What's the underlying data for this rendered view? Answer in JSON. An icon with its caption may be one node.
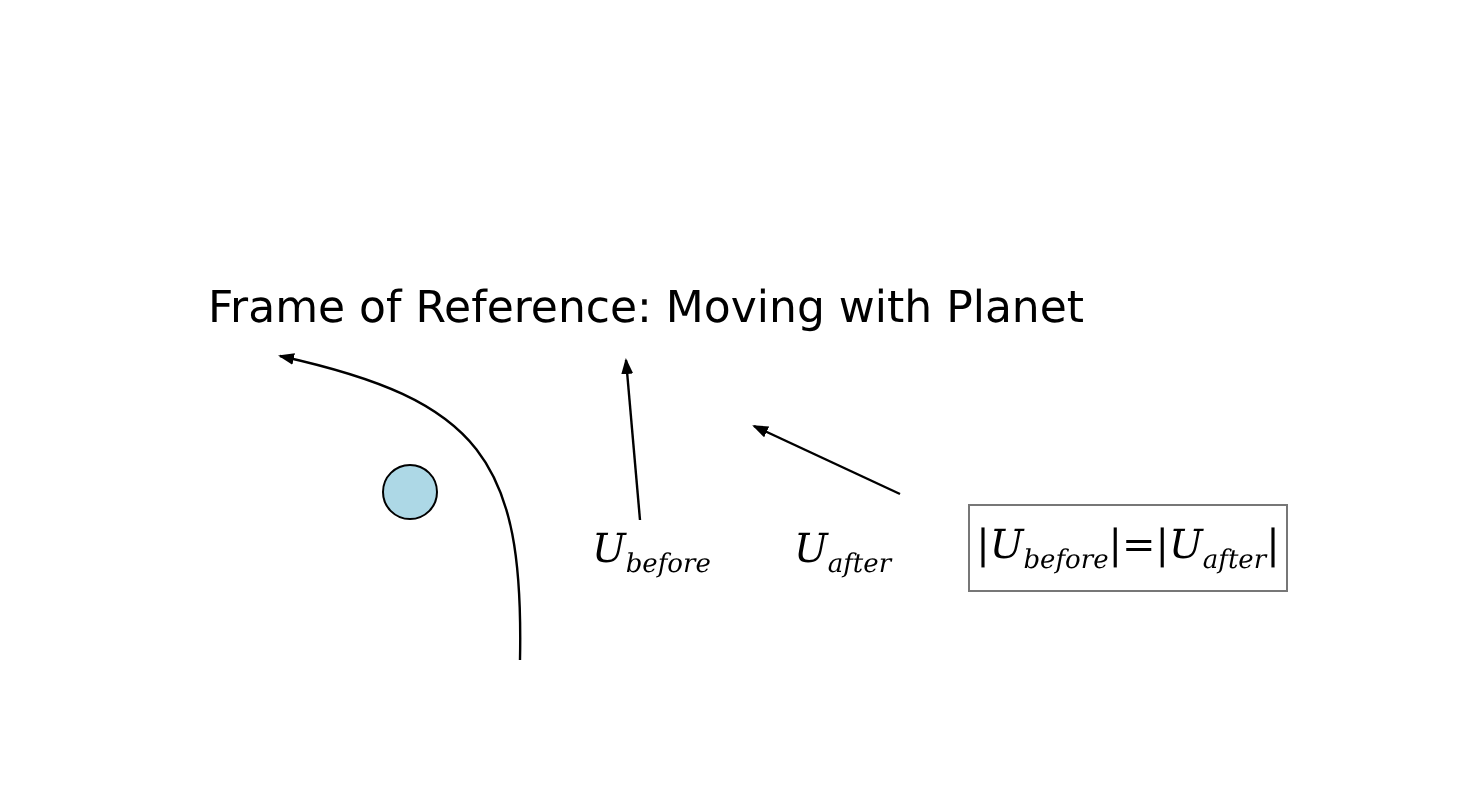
{
  "diagram": {
    "title": "Frame of Reference: Moving with Planet",
    "nodes": [
      {
        "text": [],
        "shape": "circle"
      },
      {
        "text": [
          "|U$_{before}$|=|U$_{after}$|"
        ]
      }
    ],
    "labels": [
      "U$_{before}$",
      "U$_{after}$"
    ]
  }
}
